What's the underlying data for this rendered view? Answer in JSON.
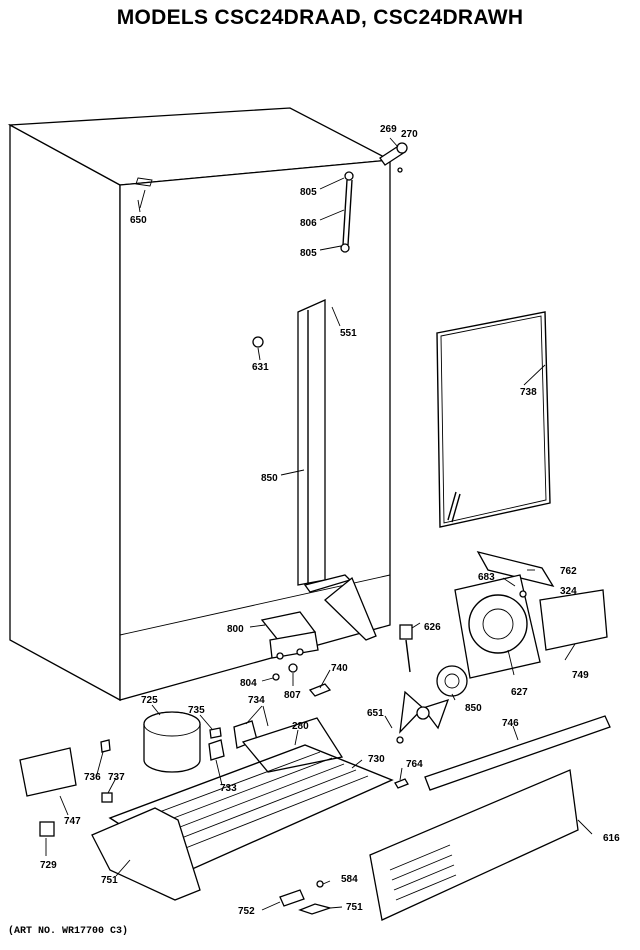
{
  "title": "MODELS CSC24DRAAD, CSC24DRAWH",
  "art_no": "(ART NO. WR17700 C3)",
  "callouts": {
    "c269": "269",
    "c270": "270",
    "c805a": "805",
    "c806": "806",
    "c805b": "805",
    "c650": "650",
    "c551": "551",
    "c631": "631",
    "c738": "738",
    "c850a": "850",
    "c762": "762",
    "c683": "683",
    "c324": "324",
    "c749": "749",
    "c800": "800",
    "c626": "626",
    "c627": "627",
    "c804": "804",
    "c807": "807",
    "c740": "740",
    "c734": "734",
    "c725": "725",
    "c735": "735",
    "c280": "280",
    "c651": "651",
    "c850b": "850",
    "c746": "746",
    "c736": "736",
    "c737": "737",
    "c733": "733",
    "c730": "730",
    "c764": "764",
    "c747": "747",
    "c616": "616",
    "c729": "729",
    "c751a": "751",
    "c584": "584",
    "c752": "752",
    "c751b": "751"
  }
}
